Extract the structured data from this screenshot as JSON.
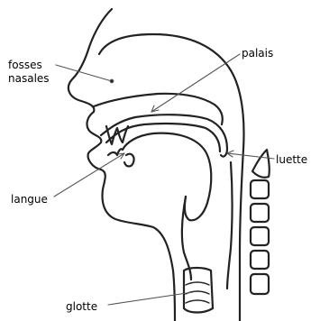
{
  "labels": {
    "fosses_nasales_line1": "fosses",
    "fosses_nasales_line2": "nasales",
    "palais": "palais",
    "luette": "luette",
    "langue": "langue",
    "glotte": "glotte"
  },
  "colors": {
    "line": "#222222",
    "leader": "#555555",
    "background": "#ffffff"
  }
}
